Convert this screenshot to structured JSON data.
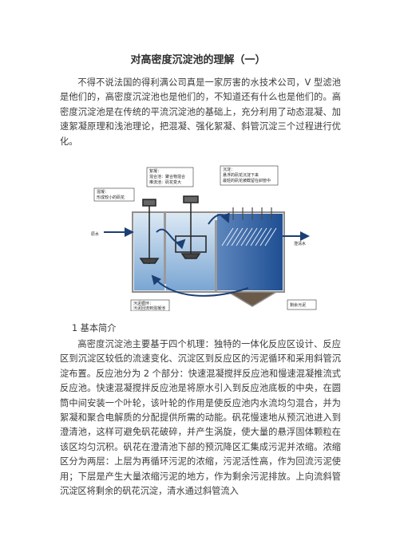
{
  "article": {
    "title": "对高密度沉淀池的理解（一）",
    "intro": "不得不说法国的得利满公司真是一家厉害的水技术公司，V 型滤池是他们的，高密度沉淀池也是他们的，不知道还有什么也是他们的。高密度沉淀池是在传统的平流沉淀池的基础上，充分利用了动态混凝、加速絮凝原理和浅池理论，把混凝、强化絮凝、斜管沉淀三个过程进行优化。",
    "section_heading": "1 基本简介",
    "body": "高密度沉淀池主要基于四个机理：独特的一体化反应区设计、反应区到沉淀区较低的流速变化、沉淀区到反应区的污泥循环和采用斜管沉淀布置。反应池分为 2 个部分：快速混凝搅拌反应池和慢速混凝推流式反应池。快速混凝搅拌反应池是将原水引入到反应池底板的中央，在圆筒中间安装一个叶轮，该叶轮的作用是使反应池内水流均匀混合，并为絮凝和聚合电解质的分配提供所需的动能。矾花慢速地从预沉池进入到澄清池，这样可避免矾花破碎，并产生涡旋，使大量的悬浮固体颗粒在该区均匀沉积。矾花在澄清池下部的预沉降区汇集成污泥并浓缩。浓缩区分为两层：上层为再循环污泥的浓缩，污泥活性高，作为回流污泥使用；下层是产生大量浓缩污泥的地方，作为剩余污泥排放。上向流斜管沉淀区将剩余的矾花沉淀，清水通过斜管流入"
  },
  "diagram": {
    "label_inlet": "原水",
    "label_outlet": "澄清水",
    "box_mixing_1": "混凝：",
    "box_mixing_2": "形成较小的矾花",
    "box_floc_1": "絮凝：",
    "box_floc_2": "混合池：聚合物混合",
    "box_floc_3": "推流池：矾花变大",
    "box_settle_1": "沉淀：",
    "box_settle_2": "悬浮的矾花沉淀下来",
    "box_settle_3": "最轻的矾花被截留在斜管中",
    "box_recycle_1": "污泥循环：",
    "box_recycle_2": "污泥回流到混凝池",
    "box_excess_1": "剩余污泥"
  },
  "colors": {
    "tank_wall": "#9a9a9a",
    "water_light": "#c9dcee",
    "water_dark": "#2f5f9c",
    "sludge": "#6b5a4a",
    "arrow": "#1c3f75",
    "callout_border": "#333333"
  }
}
